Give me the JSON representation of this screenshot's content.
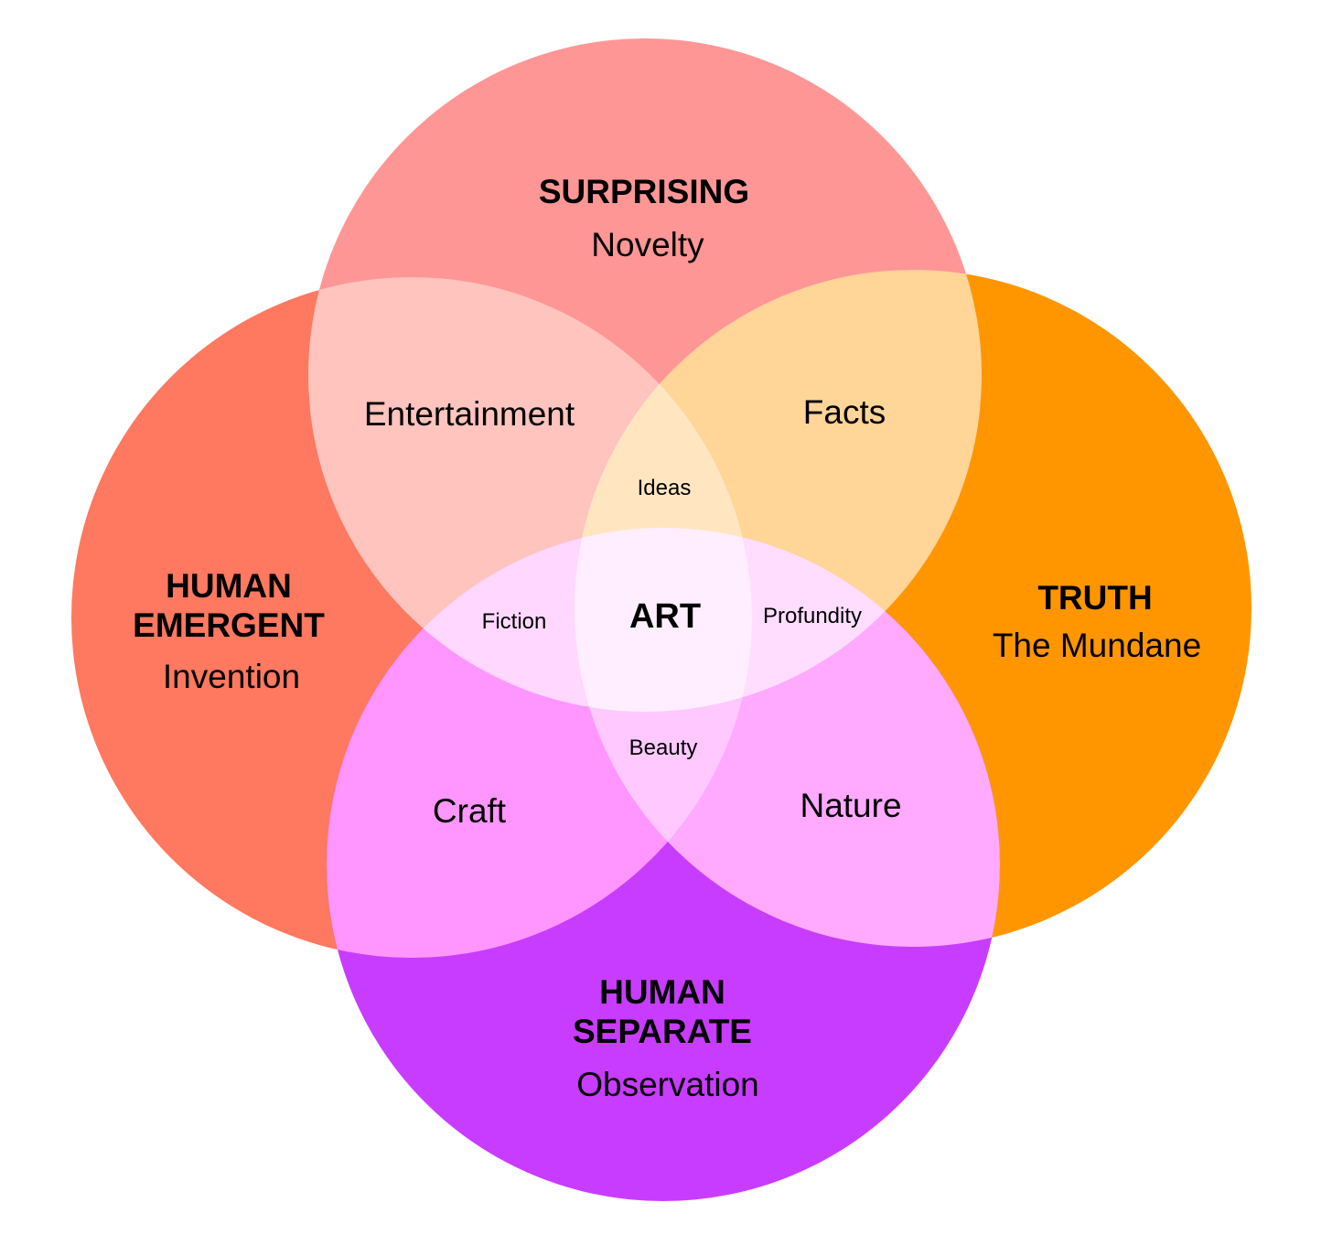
{
  "circles": {
    "surprising": {
      "title": "SURPRISING",
      "subtitle": "Novelty",
      "color": "#FF9696"
    },
    "human_emergent": {
      "title_line1": "HUMAN",
      "title_line2": "EMERGENT",
      "subtitle": "Invention",
      "color": "#FF7860"
    },
    "truth": {
      "title": "TRUTH",
      "subtitle": "The Mundane",
      "color": "#FF9600"
    },
    "human_separate": {
      "title_line1": "HUMAN",
      "title_line2": "SEPARATE",
      "subtitle": "Observation",
      "color": "#C83CFF"
    }
  },
  "overlaps": {
    "entertainment": {
      "label": "Entertainment",
      "color": "#FFC4BE"
    },
    "facts": {
      "label": "Facts",
      "color": "#FFD598"
    },
    "craft": {
      "label": "Craft",
      "color": "#FF96FF"
    },
    "nature": {
      "label": "Nature",
      "color": "#FFAAFF"
    },
    "ideas": {
      "label": "Ideas",
      "color": "#FFE6C0"
    },
    "fiction": {
      "label": "Fiction",
      "color": "#FFD7FF"
    },
    "profundity": {
      "label": "Profundity",
      "color": "#FFDDFF"
    },
    "beauty": {
      "label": "Beauty",
      "color": "#FFC8FF"
    },
    "art": {
      "label": "ART",
      "color": "#FFEEFF"
    }
  }
}
